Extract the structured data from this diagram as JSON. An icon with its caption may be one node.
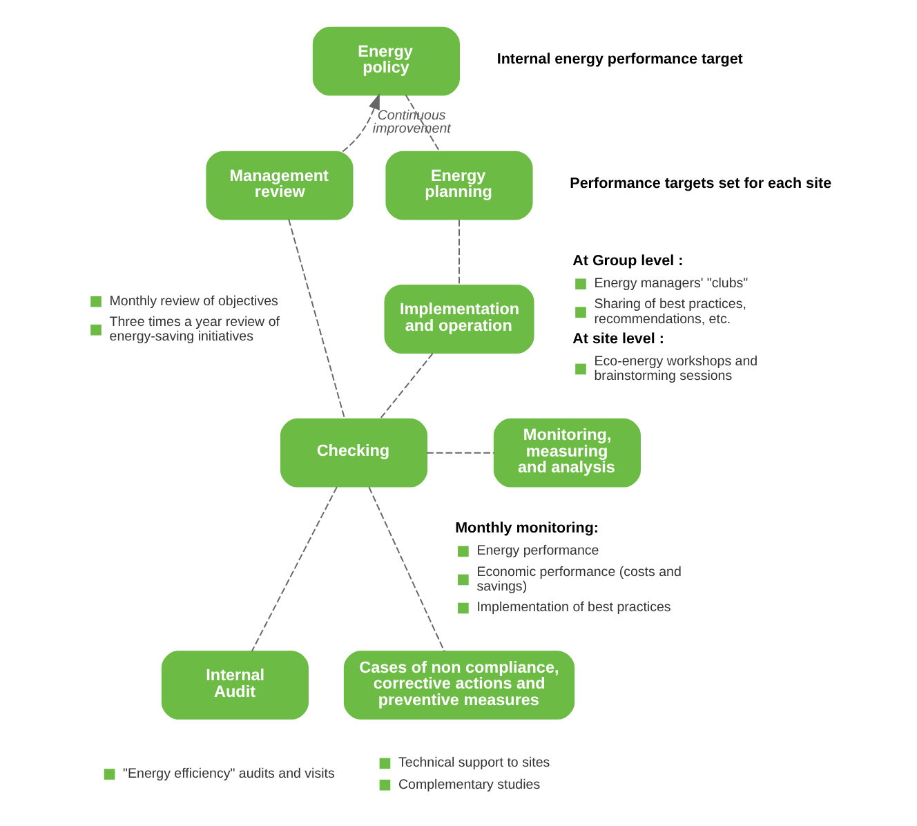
{
  "diagram": {
    "nodes": [
      {
        "text": [
          "Energy policy"
        ],
        "beside": [
          "Internal energy performance target"
        ]
      },
      {
        "text": [
          "Management review"
        ],
        "beside": [
          "Monthly review of objectives",
          "Three times a year review of energy-saving initiatives"
        ]
      },
      {
        "text": [
          "Energy planning"
        ],
        "beside": [
          "Performance targets set for each site"
        ]
      },
      {
        "text": [
          "Implementation and operation"
        ],
        "beside": [
          "At Group level :",
          "Energy managers' \"clubs\"",
          "Sharing of best practices, recommendations, etc.",
          "At site level :",
          "Eco-energy workshops and brainstorming sessions"
        ]
      },
      {
        "text": [
          "Checking"
        ]
      },
      {
        "text": [
          "Monitoring, measuring and analysis"
        ],
        "beside": [
          "Monthly monitoring:",
          "Energy performance",
          "Economic performance (costs and savings)",
          "Implementation of best practices"
        ]
      },
      {
        "text": [
          "Internal Audit"
        ],
        "beside": [
          "\"Energy efficiency\" audits and visits"
        ]
      },
      {
        "text": [
          "Cases of non compliance, corrective actions and preventive measures"
        ],
        "beside": [
          "Technical support to sites",
          "Complementary studies"
        ]
      }
    ],
    "edges": [
      {
        "from": 1,
        "to": 0,
        "arrow": "to",
        "style": "dashed",
        "label": "Continuous improvement"
      },
      {
        "from": 0,
        "to": 2,
        "arrow": "none",
        "style": "dashed"
      },
      {
        "from": 2,
        "to": 3,
        "arrow": "none",
        "style": "dashed"
      },
      {
        "from": 3,
        "to": 4,
        "arrow": "none",
        "style": "dashed"
      },
      {
        "from": 1,
        "to": 4,
        "arrow": "none",
        "style": "dashed"
      },
      {
        "from": 4,
        "to": 5,
        "arrow": "none",
        "style": "dashed"
      },
      {
        "from": 4,
        "to": 6,
        "arrow": "none",
        "style": "dashed"
      },
      {
        "from": 4,
        "to": 7,
        "arrow": "none",
        "style": "dashed"
      }
    ]
  }
}
